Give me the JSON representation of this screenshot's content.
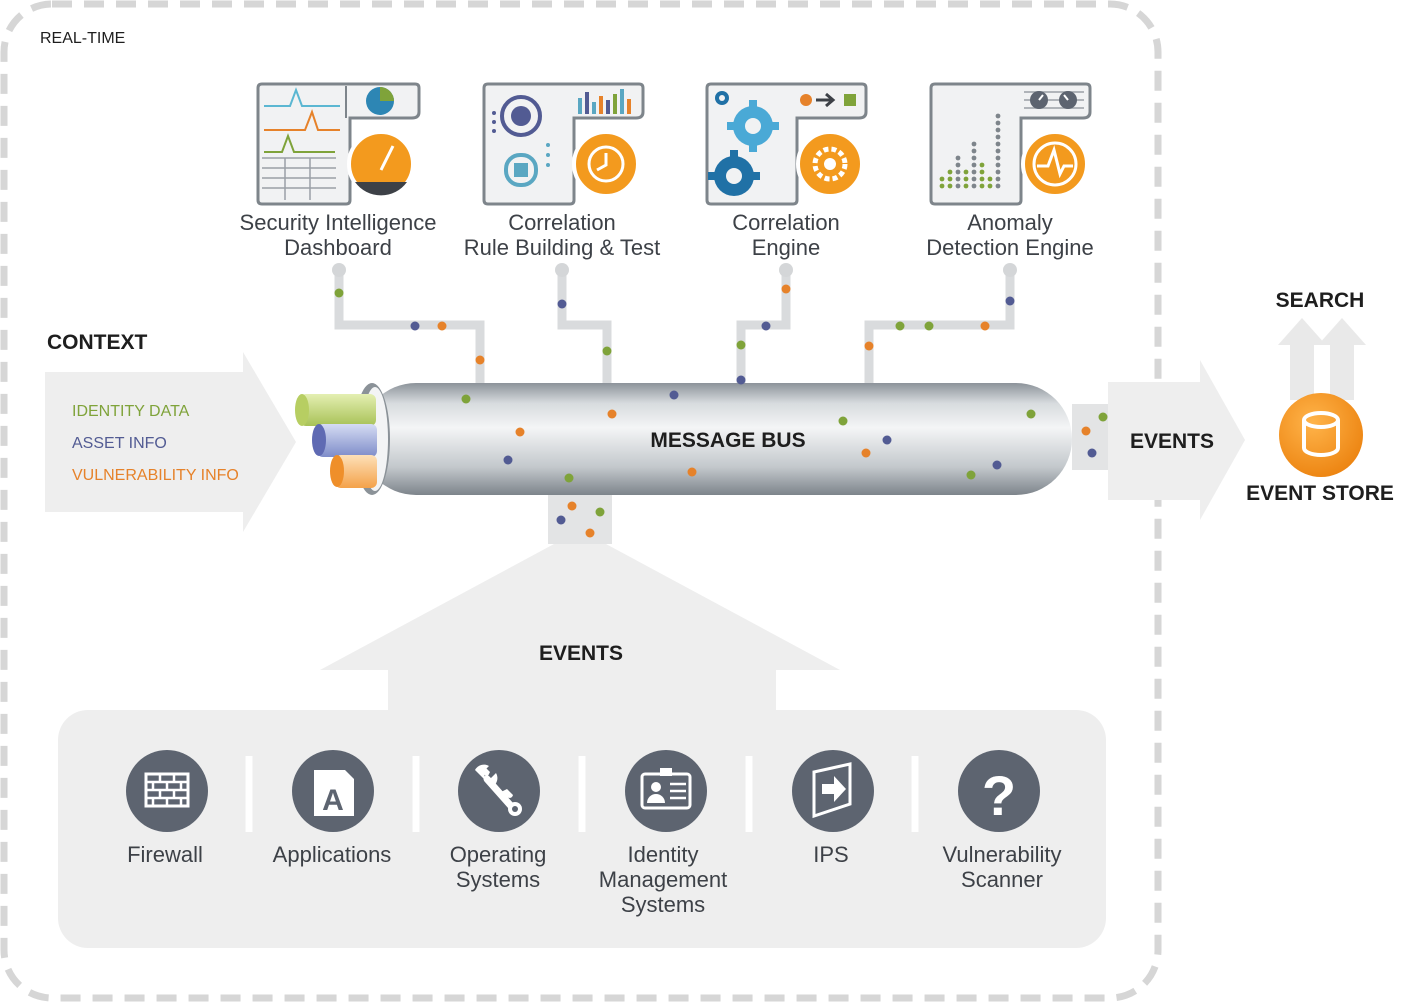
{
  "realtime_label": "REAL-TIME",
  "context": {
    "title": "CONTEXT",
    "items": [
      {
        "label": "IDENTITY DATA",
        "color": "#7fa33a"
      },
      {
        "label": "ASSET INFO",
        "color": "#525b93"
      },
      {
        "label": "VULNERABILITY INFO",
        "color": "#e6822a"
      }
    ]
  },
  "apps": [
    {
      "line1": "Security Intelligence",
      "line2": "Dashboard",
      "icon": "gauge-icon"
    },
    {
      "line1": "Correlation",
      "line2": "Rule Building & Test",
      "icon": "clock-icon"
    },
    {
      "line1": "Correlation",
      "line2": "Engine",
      "icon": "gear-icon"
    },
    {
      "line1": "Anomaly",
      "line2": "Detection Engine",
      "icon": "pulse-icon"
    }
  ],
  "message_bus_label": "MESSAGE BUS",
  "events_bottom_label": "EVENTS",
  "events_right_label": "EVENTS",
  "search_label": "SEARCH",
  "event_store_label": "EVENT STORE",
  "sources": [
    {
      "line1": "Firewall",
      "line2": "",
      "line3": "",
      "icon": "firewall-icon"
    },
    {
      "line1": "Applications",
      "line2": "",
      "line3": "",
      "icon": "application-icon"
    },
    {
      "line1": "Operating",
      "line2": "Systems",
      "line3": "",
      "icon": "wrench-icon"
    },
    {
      "line1": "Identity",
      "line2": "Management",
      "line3": "Systems",
      "icon": "id-card-icon"
    },
    {
      "line1": "IPS",
      "line2": "",
      "line3": "",
      "icon": "ips-icon"
    },
    {
      "line1": "Vulnerability",
      "line2": "Scanner",
      "line3": "",
      "icon": "question-icon"
    }
  ],
  "colors": {
    "orange": "#f39a1e",
    "green": "#7fa33a",
    "blue": "#525b93",
    "dark_gray": "#5d6470",
    "panel_gray": "#eeeeee"
  }
}
